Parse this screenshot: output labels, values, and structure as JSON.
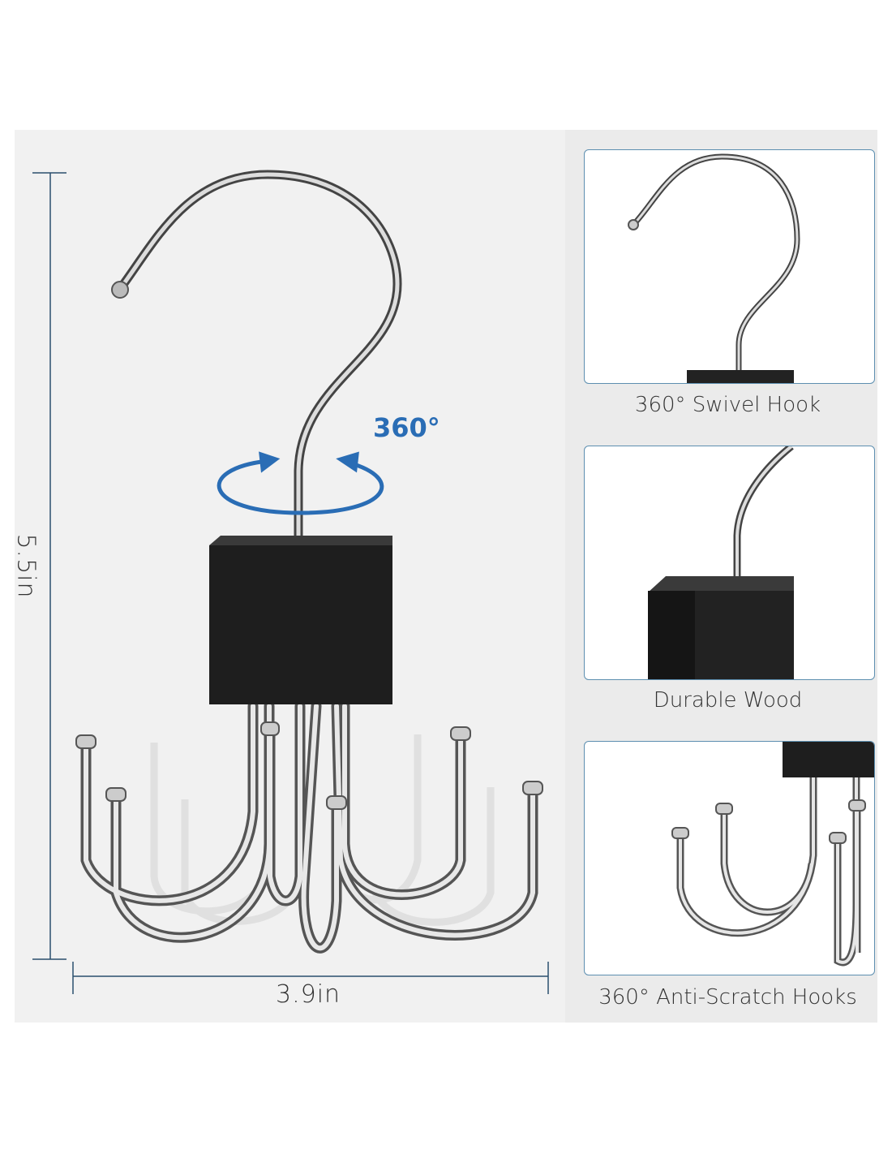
{
  "dimensions": {
    "height": "5.5in",
    "width": "3.9in"
  },
  "rotation_label": "360°",
  "features": [
    {
      "label": "360° Swivel Hook"
    },
    {
      "label": "Durable Wood"
    },
    {
      "label": "360° Anti-Scratch Hooks"
    }
  ],
  "colors": {
    "accent": "#2a6db5",
    "panel_border": "#5d8fb0",
    "wood": "#1e1e1e",
    "chrome": "#9a9a9a"
  }
}
